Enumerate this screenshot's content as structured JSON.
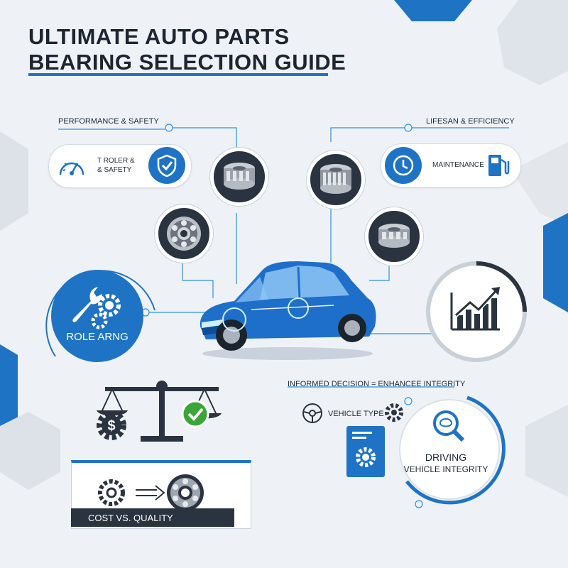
{
  "title": {
    "line1": "ULTIMATE AUTO PARTS",
    "line2": "BEARING SELECTION GUIDE"
  },
  "left_section": {
    "heading": "PERFORMANCE & SAFETY",
    "card_text_line1": "T ROLER &",
    "card_text_line2": "& SAFETY",
    "icons": [
      "speedometer-icon",
      "shield-check-icon"
    ]
  },
  "right_section": {
    "heading": "LIFESAN & EFFICIENCY",
    "card_text": "MAINTENANCE",
    "icons": [
      "clock-icon",
      "fuel-pump-icon"
    ]
  },
  "role_badge": {
    "label": "ROLE ARNG",
    "icons": [
      "wrench-gears-icon"
    ]
  },
  "growth_badge": {
    "icons": [
      "growth-chart-icon"
    ]
  },
  "decision": {
    "heading": "INFORMED DECISION = ENHANCEE INTEGRITY",
    "vehicle_type_label": "VEHICLE TYPE",
    "driving_line1": "DRIVING",
    "driving_line2": "VEHICLE INTEGRITY",
    "icons": [
      "steering-wheel-icon",
      "gear-icon",
      "document-gear-icon",
      "magnifier-brain-icon"
    ]
  },
  "cost_quality": {
    "label": "COST VS. QUALITY",
    "icons": [
      "balance-scale-icon",
      "dollar-gear-icon",
      "check-icon",
      "gear-icon",
      "arrow-icon",
      "ball-bearing-icon"
    ]
  },
  "colors": {
    "accent_blue": "#1f73c4",
    "dark": "#2a3340",
    "green_check": "#3aa637",
    "background": "#eef2f7"
  }
}
